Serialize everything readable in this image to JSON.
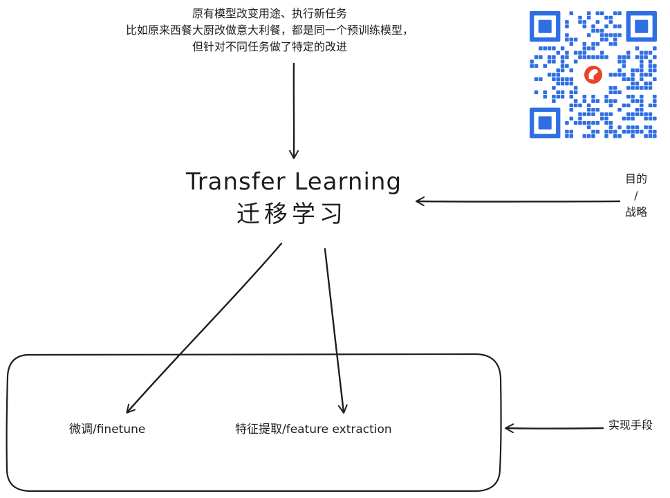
{
  "top_note": {
    "line1": "原有模型改变用途、执行新任务",
    "line2": "比如原来西餐大厨改做意大利餐，都是同一个预训练模型，",
    "line3": "但针对不同任务做了特定的改进"
  },
  "title": {
    "english": "Transfer Learning",
    "chinese": "迁移学习"
  },
  "purpose_label": {
    "line1": "目的",
    "line2": "/",
    "line3": "战略"
  },
  "means_label": "实现手段",
  "methods": {
    "finetune": "微调/finetune",
    "feature_extraction": "特征提取/feature extraction"
  },
  "colors": {
    "ink": "#1e1e1e",
    "qr_blue": "#2f6fe4",
    "qr_logo": "#e8452c"
  },
  "icons": {
    "qr": "qr-code-icon"
  }
}
